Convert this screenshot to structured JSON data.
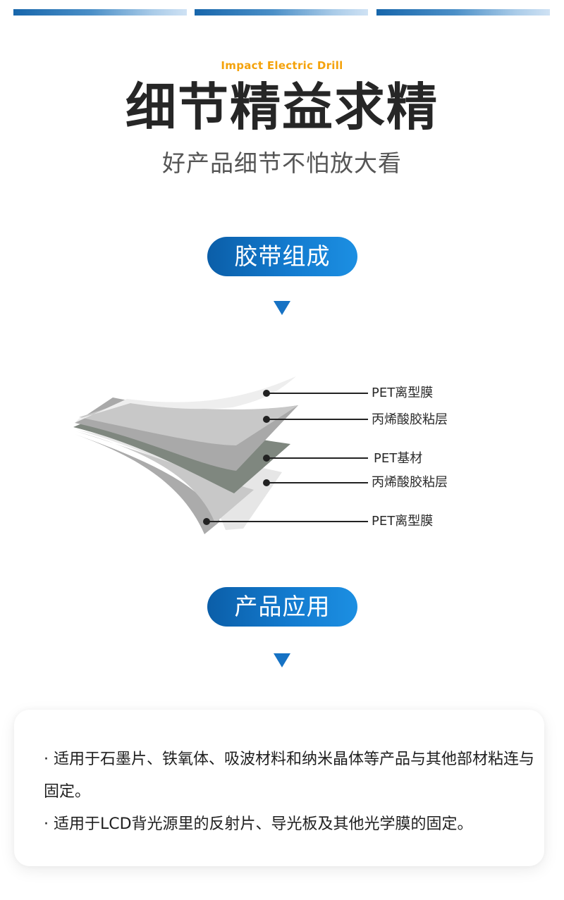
{
  "header": {
    "decorative_bars": 3,
    "subtitle_en": "Impact Electric Drill",
    "title": "细节精益求精",
    "slogan": "好产品细节不怕放大看",
    "colors": {
      "subtitle": "#f4a20b",
      "title": "#262626",
      "accent_blue": "#137bcf"
    }
  },
  "sections": [
    {
      "label": "胶带组成"
    },
    {
      "label": "产品应用"
    }
  ],
  "composition": {
    "layers": [
      {
        "label": "PET离型膜",
        "color": "#ececec"
      },
      {
        "label": "丙烯酸胶粘层",
        "color": "#a9a9a9"
      },
      {
        "label": "PET基材",
        "color": "#7f877f"
      },
      {
        "label": "丙烯酸胶粘层",
        "color": "#e2e2e2"
      },
      {
        "label": "PET离型膜",
        "color": "#ababab"
      }
    ]
  },
  "application": {
    "items": [
      "· 适用于石墨片、铁氧体、吸波材料和纳米晶体等产品与其他部材粘连与固定。",
      "· 适用于LCD背光源里的反射片、导光板及其他光学膜的固定。"
    ]
  }
}
